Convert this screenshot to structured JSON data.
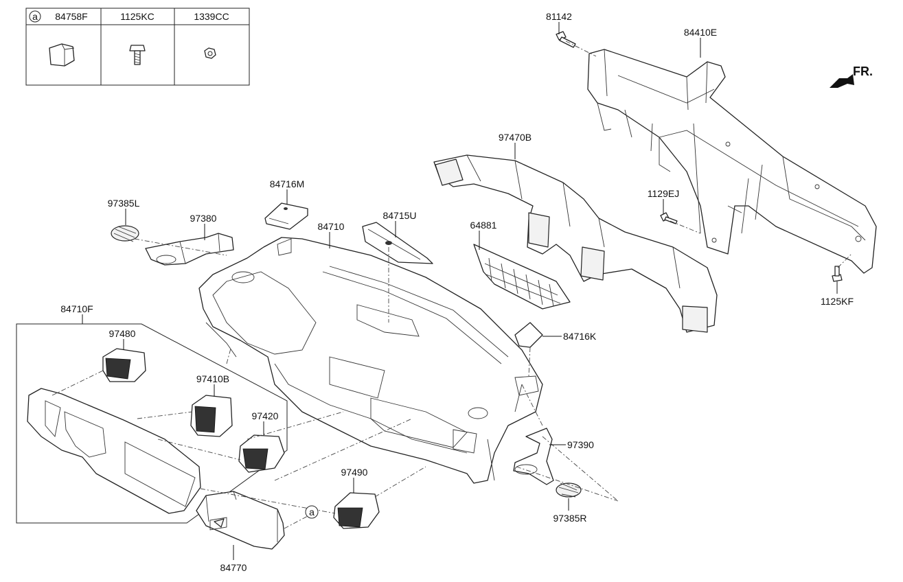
{
  "legend_table": {
    "marker": "a",
    "columns": [
      "84758F",
      "1125KC",
      "1339CC"
    ]
  },
  "direction_label": "FR.",
  "callout_marker": "a",
  "part_numbers": {
    "p81142": "81142",
    "p84410E": "84410E",
    "p97470B": "97470B",
    "p84716M": "84716M",
    "p97385L": "97385L",
    "p97380": "97380",
    "p84710": "84710",
    "p84715U": "84715U",
    "p64881": "64881",
    "p1129EJ": "1129EJ",
    "p1125KF": "1125KF",
    "p84710F": "84710F",
    "p97480": "97480",
    "p84716K": "84716K",
    "p97410B": "97410B",
    "p97420": "97420",
    "p97390": "97390",
    "p97490": "97490",
    "p97385R": "97385R",
    "p84770": "84770"
  }
}
